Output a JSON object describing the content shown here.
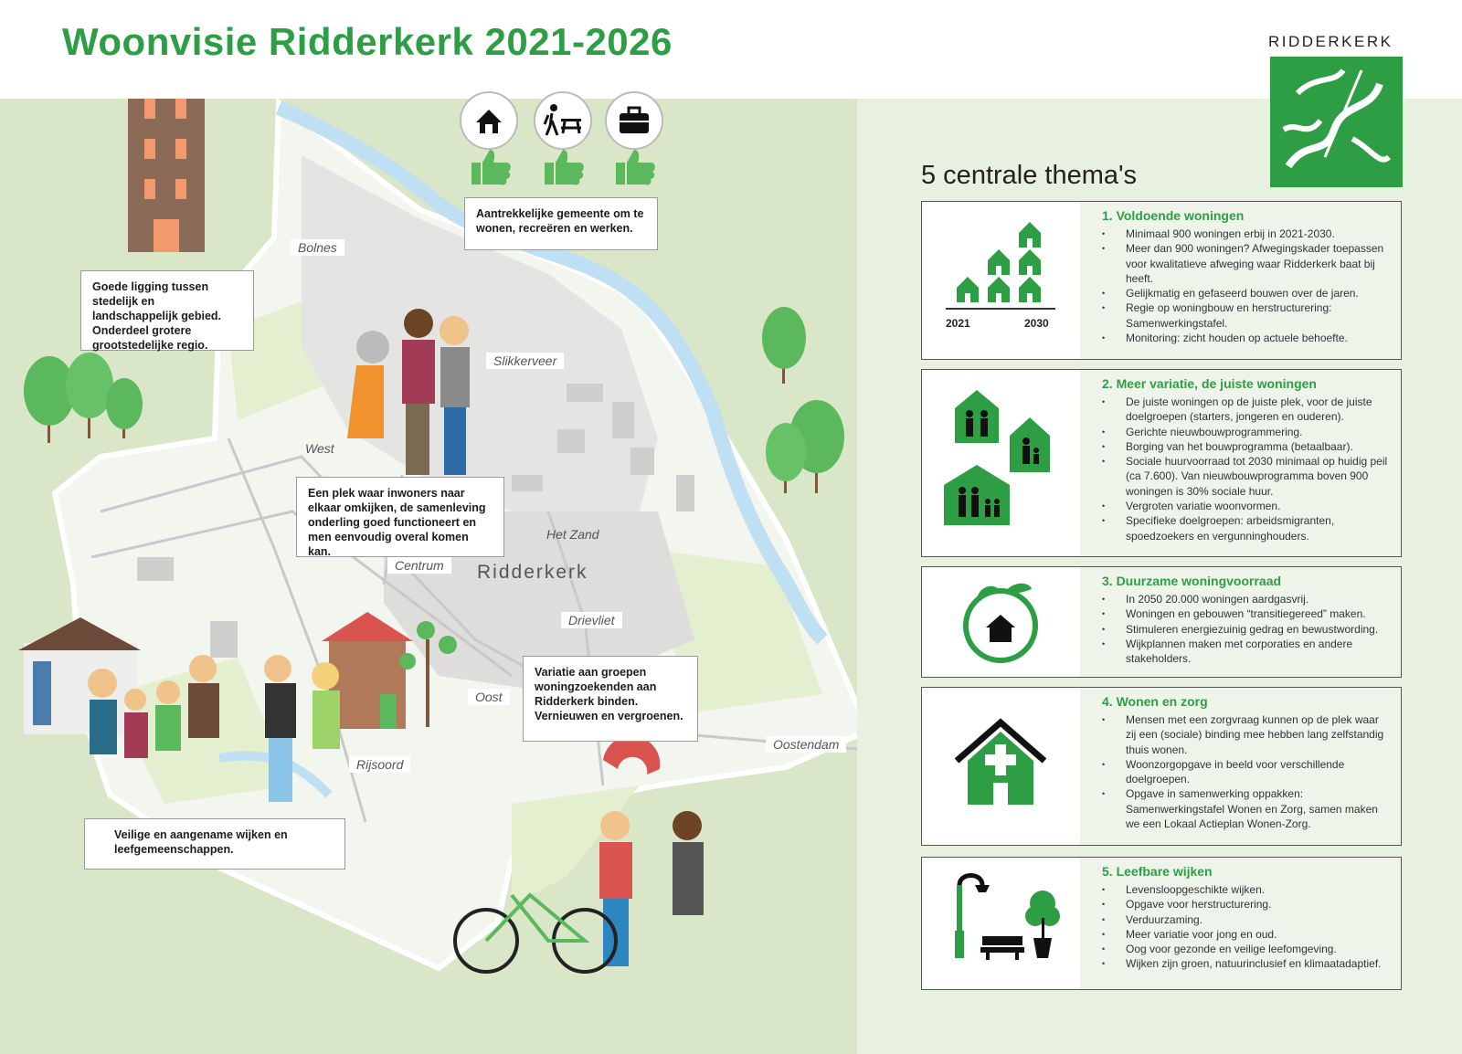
{
  "title": "Woonvisie Ridderkerk 2021-2026",
  "logo": {
    "text": "RIDDERKERK"
  },
  "colors": {
    "brand_green": "#2e9e45",
    "map_bg": "#d9e6c8",
    "panel_bg": "#e8f1e0"
  },
  "map": {
    "places": {
      "bolnes": "Bolnes",
      "slikkerveer": "Slikkerveer",
      "west": "West",
      "het_zand": "Het Zand",
      "centrum": "Centrum",
      "ridderkerk": "Ridderkerk",
      "drievliet": "Drievliet",
      "oost": "Oost",
      "rijsoord": "Rijsoord",
      "oostendam": "Oostendam"
    },
    "callouts": {
      "attractive": "Aantrekkelijke gemeente om te wonen, recreëren en werken.",
      "location": "Goede ligging tussen stedelijk en landschappelijk gebied. Onderdeel grotere grootstedelijke regio.",
      "community": "Een plek waar inwoners naar elkaar omkijken, de samenleving onderling goed functioneert en men eenvoudig overal komen kan.",
      "variety": "Variatie aan groepen woningzoekenden aan Ridderkerk binden. Vernieuwen en vergroenen.",
      "safe": "Veilige en aangename wijken en leefgemeenschappen."
    },
    "icons": [
      "house-icon",
      "hiker-picnic-icon",
      "briefcase-icon",
      "thumbs-up-icon"
    ]
  },
  "themes": {
    "title": "5 centrale thema's",
    "items": [
      {
        "title": "1. Voldoende woningen",
        "year_start": "2021",
        "year_end": "2030",
        "icon": "houses-growth-icon",
        "bullets": [
          "Minimaal 900 woningen erbij in 2021-2030.",
          "Meer dan 900 woningen? Afwegingskader toepassen voor kwalitatieve afweging waar Ridderkerk baat bij heeft.",
          "Gelijkmatig en gefaseerd bouwen over de jaren.",
          "Regie op woningbouw en herstructurering: Samenwerkingstafel.",
          "Monitoring: zicht houden op actuele behoefte."
        ]
      },
      {
        "title": "2. Meer variatie, de juiste woningen",
        "icon": "household-houses-icon",
        "bullets": [
          "De juiste woningen op de juiste plek, voor de juiste doelgroepen (starters, jongeren en ouderen).",
          "Gerichte nieuwbouwprogrammering.",
          "Borging van het bouwprogramma (betaalbaar).",
          "Sociale huurvoorraad tot 2030 minimaal op huidig peil (ca 7.600). Van nieuwbouwprogramma boven 900 woningen is 30% sociale huur.",
          "Vergroten variatie woonvormen.",
          "Specifieke doelgroepen: arbeidsmigranten, spoedzoekers en vergunninghouders."
        ]
      },
      {
        "title": "3. Duurzame woningvoorraad",
        "icon": "sustainable-house-icon",
        "bullets": [
          "In 2050 20.000 woningen aardgasvrij.",
          "Woningen en gebouwen “transitiegereed” maken.",
          "Stimuleren energiezuinig gedrag en bewustwording.",
          "Wijkplannen maken met corporaties en andere stakeholders."
        ]
      },
      {
        "title": "4. Wonen en zorg",
        "icon": "care-house-icon",
        "bullets": [
          "Mensen met een zorgvraag kunnen op de plek waar zij een (sociale) binding mee hebben lang zelfstandig thuis wonen.",
          "Woonzorgopgave in beeld voor verschillende doelgroepen.",
          "Opgave in samenwerking oppakken: Samenwerkingstafel Wonen en Zorg, samen maken we een Lokaal Actieplan Wonen-Zorg."
        ]
      },
      {
        "title": "5. Leefbare wijken",
        "icon": "streetlamp-bench-tree-icon",
        "bullets": [
          "Levensloopgeschikte wijken.",
          "Opgave voor herstructurering.",
          "Verduurzaming.",
          "Meer variatie voor jong en oud.",
          "Oog voor gezonde en veilige leefomgeving.",
          "Wijken zijn groen, natuurinclusief en klimaatadaptief."
        ]
      }
    ]
  }
}
